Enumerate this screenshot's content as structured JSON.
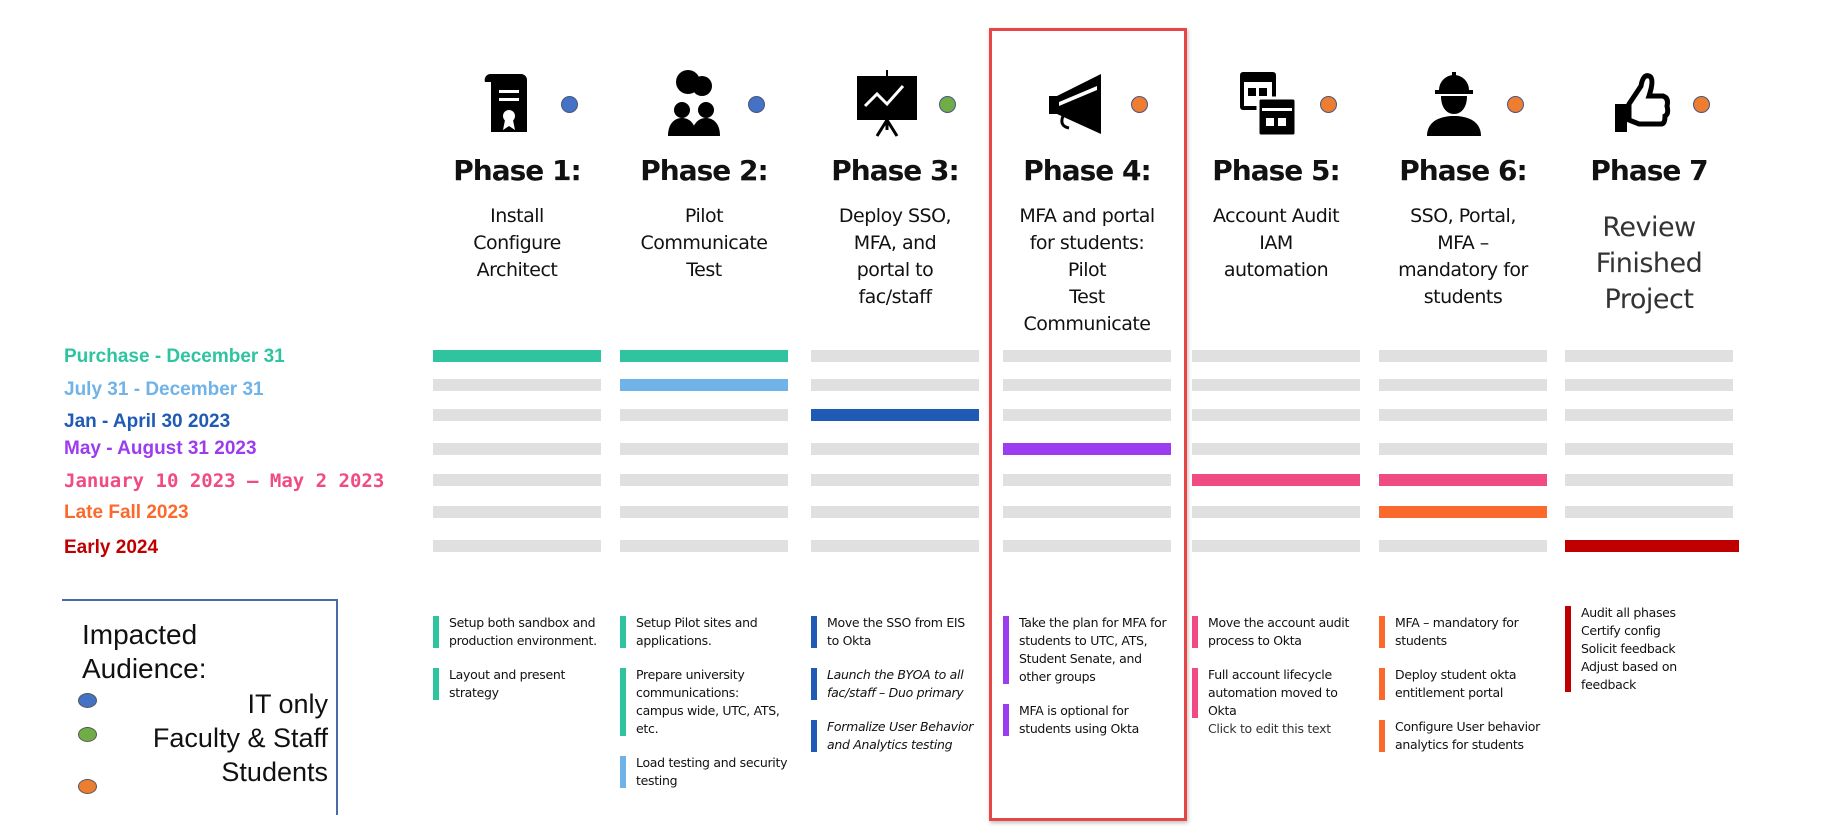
{
  "legend": {
    "rows": [
      {
        "label": "Purchase - December 31",
        "color": "#2ec4a0"
      },
      {
        "label": "July 31 - December 31",
        "color": "#6fb3e8"
      },
      {
        "label": "Jan - April 30 2023",
        "color": "#1f5bb5"
      },
      {
        "label": "May - August 31 2023",
        "color": "#9b3cf0"
      },
      {
        "label": "January 10 2023 – May 2 2023",
        "color": "#f04b84"
      },
      {
        "label": "Late Fall 2023",
        "color": "#fb6a2c"
      },
      {
        "label": "Early 2024",
        "color": "#c00000"
      }
    ]
  },
  "audience": {
    "title_line1": "Impacted",
    "title_line2": "Audience:",
    "items": [
      {
        "label": "IT only",
        "color": "#4472c4"
      },
      {
        "label": "Faculty & Staff",
        "color": "#70ad47"
      },
      {
        "label": "Students",
        "color": "#ed7d31"
      }
    ]
  },
  "phases": [
    {
      "title": "Phase 1:",
      "subtitle": "Install\nConfigure\nArchitect",
      "icon": "certificate-icon",
      "audience": 0,
      "bars": [
        0
      ],
      "notes": [
        {
          "text": "Setup both sandbox and production environment.",
          "color": 0
        },
        {
          "text": "Layout and present strategy",
          "color": 0
        }
      ]
    },
    {
      "title": "Phase 2:",
      "subtitle": "Pilot\nCommunicate\nTest",
      "icon": "people-chat-icon",
      "audience": 0,
      "bars": [
        0,
        1
      ],
      "notes": [
        {
          "text": "Setup Pilot sites and applications.",
          "color": 0
        },
        {
          "text": "Prepare university communications: campus wide, UTC, ATS, etc.",
          "color": 0
        },
        {
          "text": "Load testing and security testing",
          "color": 1
        }
      ]
    },
    {
      "title": "Phase 3:",
      "subtitle": "Deploy SSO,\nMFA, and\nportal to\nfac/staff",
      "icon": "presentation-chart-icon",
      "audience": 1,
      "bars": [
        2
      ],
      "notes": [
        {
          "text": "Move the SSO from EIS to Okta",
          "color": 2
        },
        {
          "text": "Launch the BYOA to all fac/staff – Duo primary",
          "color": 2,
          "italic": true
        },
        {
          "text": "Formalize User Behavior and Analytics testing",
          "color": 2,
          "italic": true
        }
      ]
    },
    {
      "title": "Phase 4:",
      "subtitle": "MFA and portal\nfor students:\nPilot\nTest\nCommunicate",
      "icon": "megaphone-icon",
      "audience": 2,
      "bars": [
        3
      ],
      "notes": [
        {
          "text": "Take the plan for MFA for students to UTC, ATS, Student Senate, and other groups",
          "color": 3
        },
        {
          "text": "MFA is optional for students using Okta",
          "color": 3
        }
      ]
    },
    {
      "title": "Phase 5:",
      "subtitle": "Account Audit\nIAM\nautomation",
      "icon": "windows-icon",
      "audience": 2,
      "bars": [
        4
      ],
      "notes": [
        {
          "text": "Move the account audit process to Okta",
          "color": 4
        },
        {
          "text": "Full account lifecycle automation moved to Okta",
          "color": 4
        },
        {
          "text": "Click to edit this text",
          "plain": true
        }
      ]
    },
    {
      "title": "Phase 6:",
      "subtitle": "SSO, Portal,\nMFA –\nmandatory for\nstudents",
      "icon": "worker-icon",
      "audience": 2,
      "bars": [
        4,
        5
      ],
      "notes": [
        {
          "text": "MFA – mandatory for students",
          "color": 5
        },
        {
          "text": "Deploy student okta entitlement portal",
          "color": 5
        },
        {
          "text": "Configure User behavior analytics for students",
          "color": 5
        }
      ]
    },
    {
      "title": "Phase 7",
      "subtitle": "Review\nFinished\nProject",
      "big": true,
      "icon": "thumbs-up-icon",
      "audience": 2,
      "bars": [
        6
      ],
      "notes": [
        {
          "text": "Audit all phases\nCertify config\nSolicit feedback\nAdjust based on feedback",
          "color": 6
        }
      ]
    }
  ],
  "colors": {
    "bar_empty": "#e0e0e0",
    "highlight": "#e84545"
  },
  "highlighted_phase": 3
}
